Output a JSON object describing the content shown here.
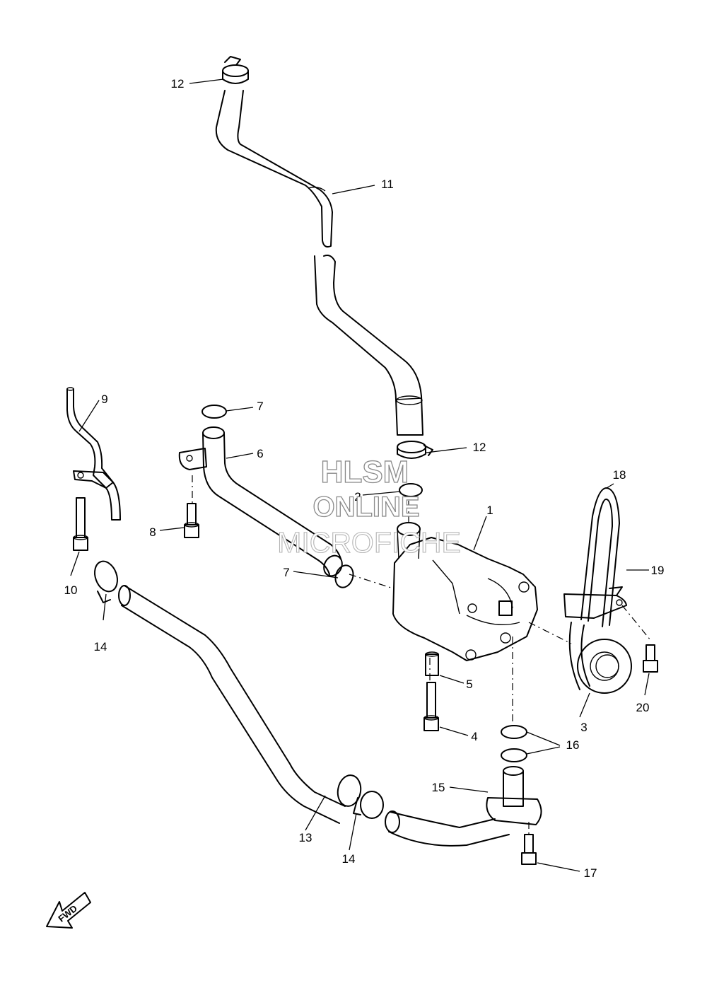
{
  "diagram": {
    "callouts": [
      {
        "id": "c1",
        "label": "1"
      },
      {
        "id": "c2",
        "label": "2"
      },
      {
        "id": "c3",
        "label": "3"
      },
      {
        "id": "c4",
        "label": "4"
      },
      {
        "id": "c5",
        "label": "5"
      },
      {
        "id": "c6",
        "label": "6"
      },
      {
        "id": "c7a",
        "label": "7"
      },
      {
        "id": "c7b",
        "label": "7"
      },
      {
        "id": "c8",
        "label": "8"
      },
      {
        "id": "c9",
        "label": "9"
      },
      {
        "id": "c10",
        "label": "10"
      },
      {
        "id": "c11",
        "label": "11"
      },
      {
        "id": "c12a",
        "label": "12"
      },
      {
        "id": "c12b",
        "label": "12"
      },
      {
        "id": "c13",
        "label": "13"
      },
      {
        "id": "c14a",
        "label": "14"
      },
      {
        "id": "c14b",
        "label": "14"
      },
      {
        "id": "c15",
        "label": "15"
      },
      {
        "id": "c16",
        "label": "16"
      },
      {
        "id": "c17",
        "label": "17"
      },
      {
        "id": "c18",
        "label": "18"
      },
      {
        "id": "c19",
        "label": "19"
      },
      {
        "id": "c20",
        "label": "20"
      }
    ],
    "fwd_label": "FWD"
  },
  "watermark": {
    "line1": "HLSM",
    "line2": "ONLINE",
    "line3": "MICROFICHE"
  }
}
